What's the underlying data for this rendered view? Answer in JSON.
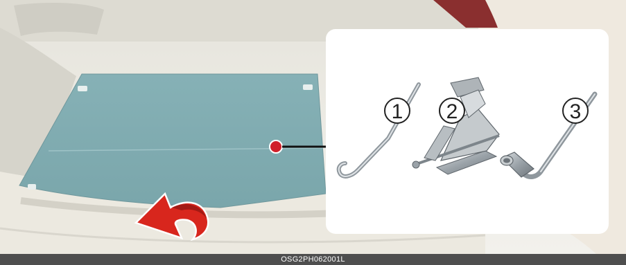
{
  "figure": {
    "caption_code": "OSG2PH062001L",
    "tools": [
      {
        "number": "1",
        "icon": "jack-handle-icon"
      },
      {
        "number": "2",
        "icon": "scissor-jack-icon"
      },
      {
        "number": "3",
        "icon": "lug-wrench-icon"
      }
    ],
    "colors": {
      "luggage_board": "#7faab0",
      "marker": "#d0202a",
      "arrow": "#d8261d",
      "caption_bar": "#4e4e4e"
    }
  }
}
